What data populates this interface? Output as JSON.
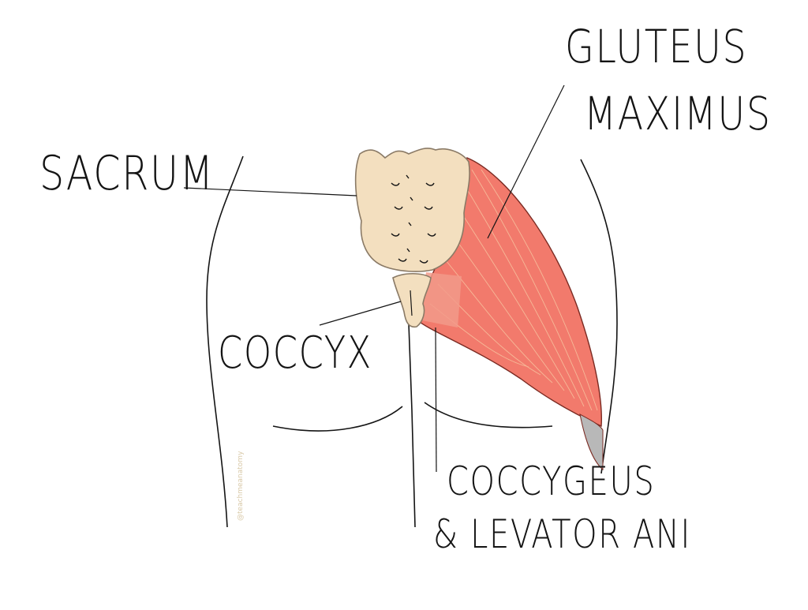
{
  "labels": {
    "sacrum": "SACRUM",
    "gluteus_line1": "GLUTEUS",
    "gluteus_line2": "MAXIMUS",
    "coccyx": "COCCYX",
    "coccygeus_line1": "COCCYGEUS",
    "coccygeus_line2": "& LEVATOR ANI"
  },
  "watermark": "@teachmeanatomy",
  "colors": {
    "bone": "#f3dfbf",
    "bone_outline": "#8a7a66",
    "muscle": "#f27a6c",
    "muscle_fiber": "#f7c9a3",
    "tendon": "#b8b8b8",
    "ink": "#141414"
  }
}
